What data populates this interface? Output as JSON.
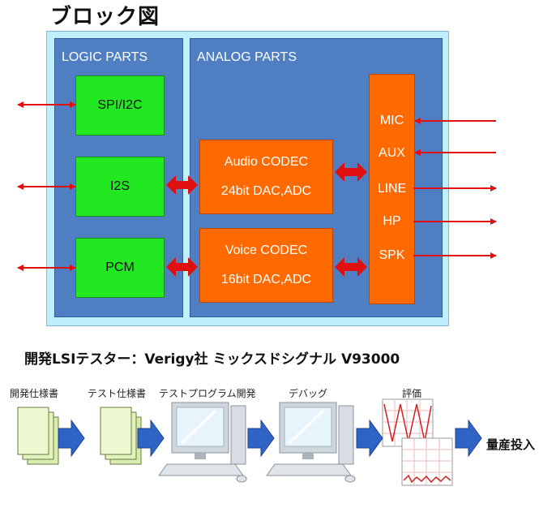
{
  "title": "ブロック図",
  "logic_label": "LOGIC PARTS",
  "analog_label": "ANALOG PARTS",
  "logic_blocks": [
    "SPI/I2C",
    "I2S",
    "PCM"
  ],
  "codecs": [
    {
      "name": "Audio CODEC",
      "spec": "24bit DAC,ADC"
    },
    {
      "name": "Voice CODEC",
      "spec": "16bit DAC,ADC"
    }
  ],
  "io_ports": [
    "MIC",
    "AUX",
    "LINE",
    "HP",
    "SPK"
  ],
  "tester_title": "開発LSIテスター：Verigy社 ミックスドシグナル V93000",
  "flow_steps": [
    "開発仕様書",
    "テスト仕様書",
    "テストプログラム開発",
    "デバッグ",
    "評価"
  ],
  "flow_final": "量産投入",
  "colors": {
    "arrow_red": "#e01010",
    "logic_green": "#22e822",
    "analog_orange": "#ff6a00",
    "panel_blue": "#4f7fc2",
    "flow_arrow_blue": "#2f63c4"
  },
  "icons": [
    "document-stack-icon",
    "computer-monitor-icon",
    "evaluation-chart-icon"
  ]
}
